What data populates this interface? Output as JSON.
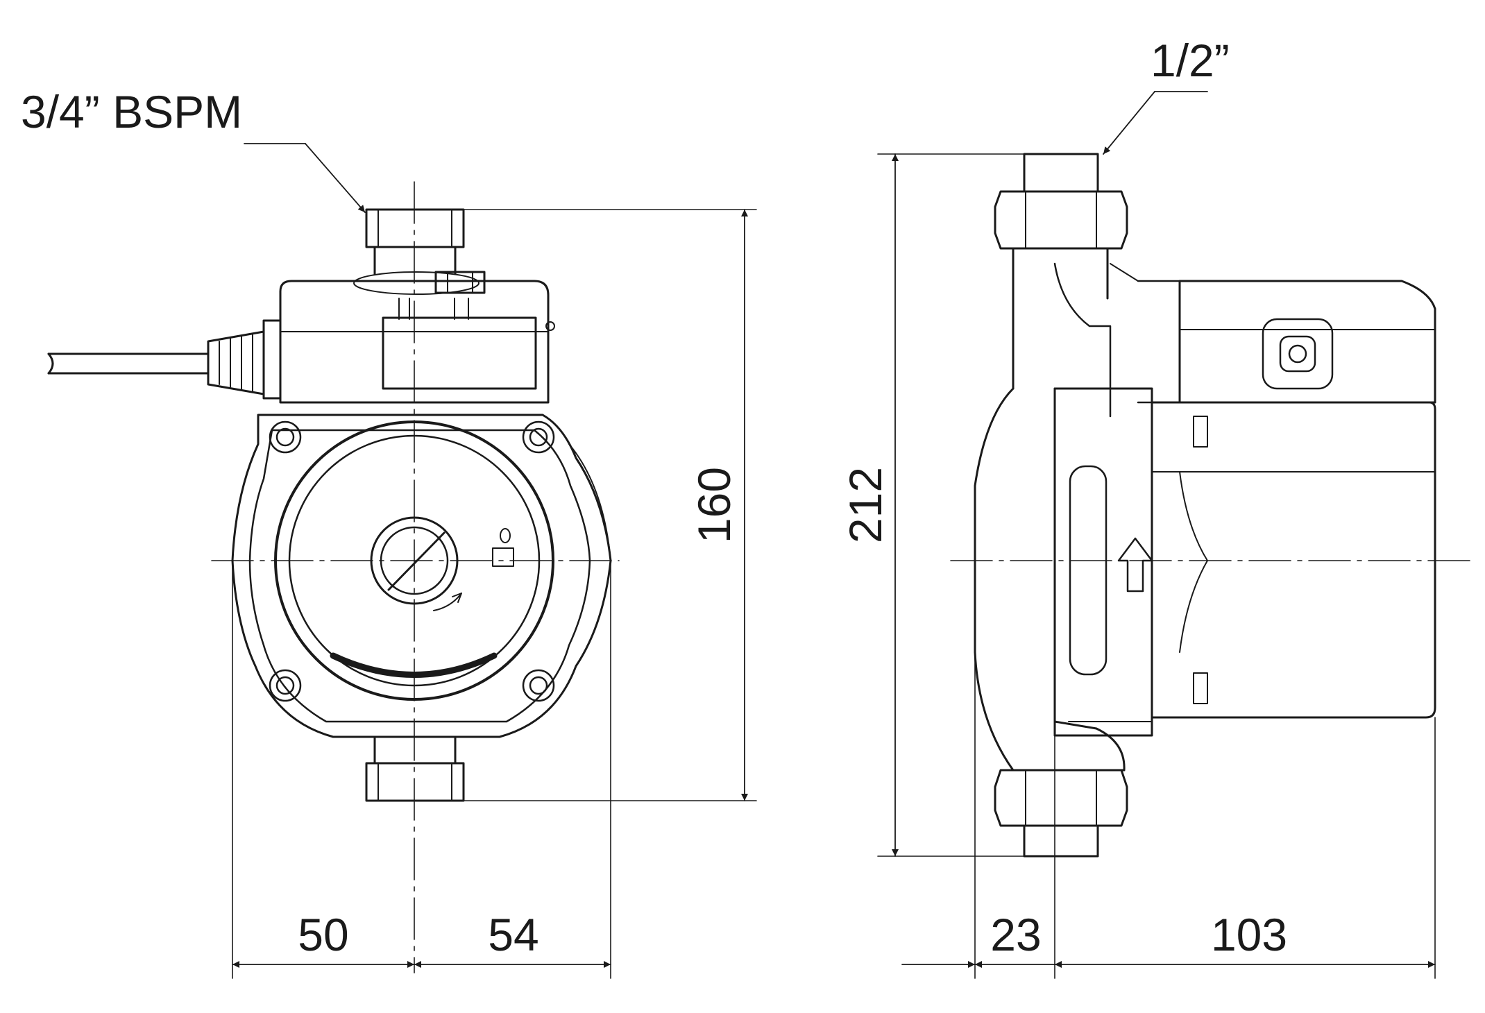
{
  "labels": {
    "inlet_thread": "3/4” BSPM",
    "outlet_thread": "1/2”"
  },
  "dimensions": {
    "height_front": "160",
    "height_side": "212",
    "width_left": "50",
    "width_right": "54",
    "depth_front": "23",
    "depth_back": "103"
  },
  "colors": {
    "line": "#1a1a1a",
    "background": "#ffffff"
  }
}
